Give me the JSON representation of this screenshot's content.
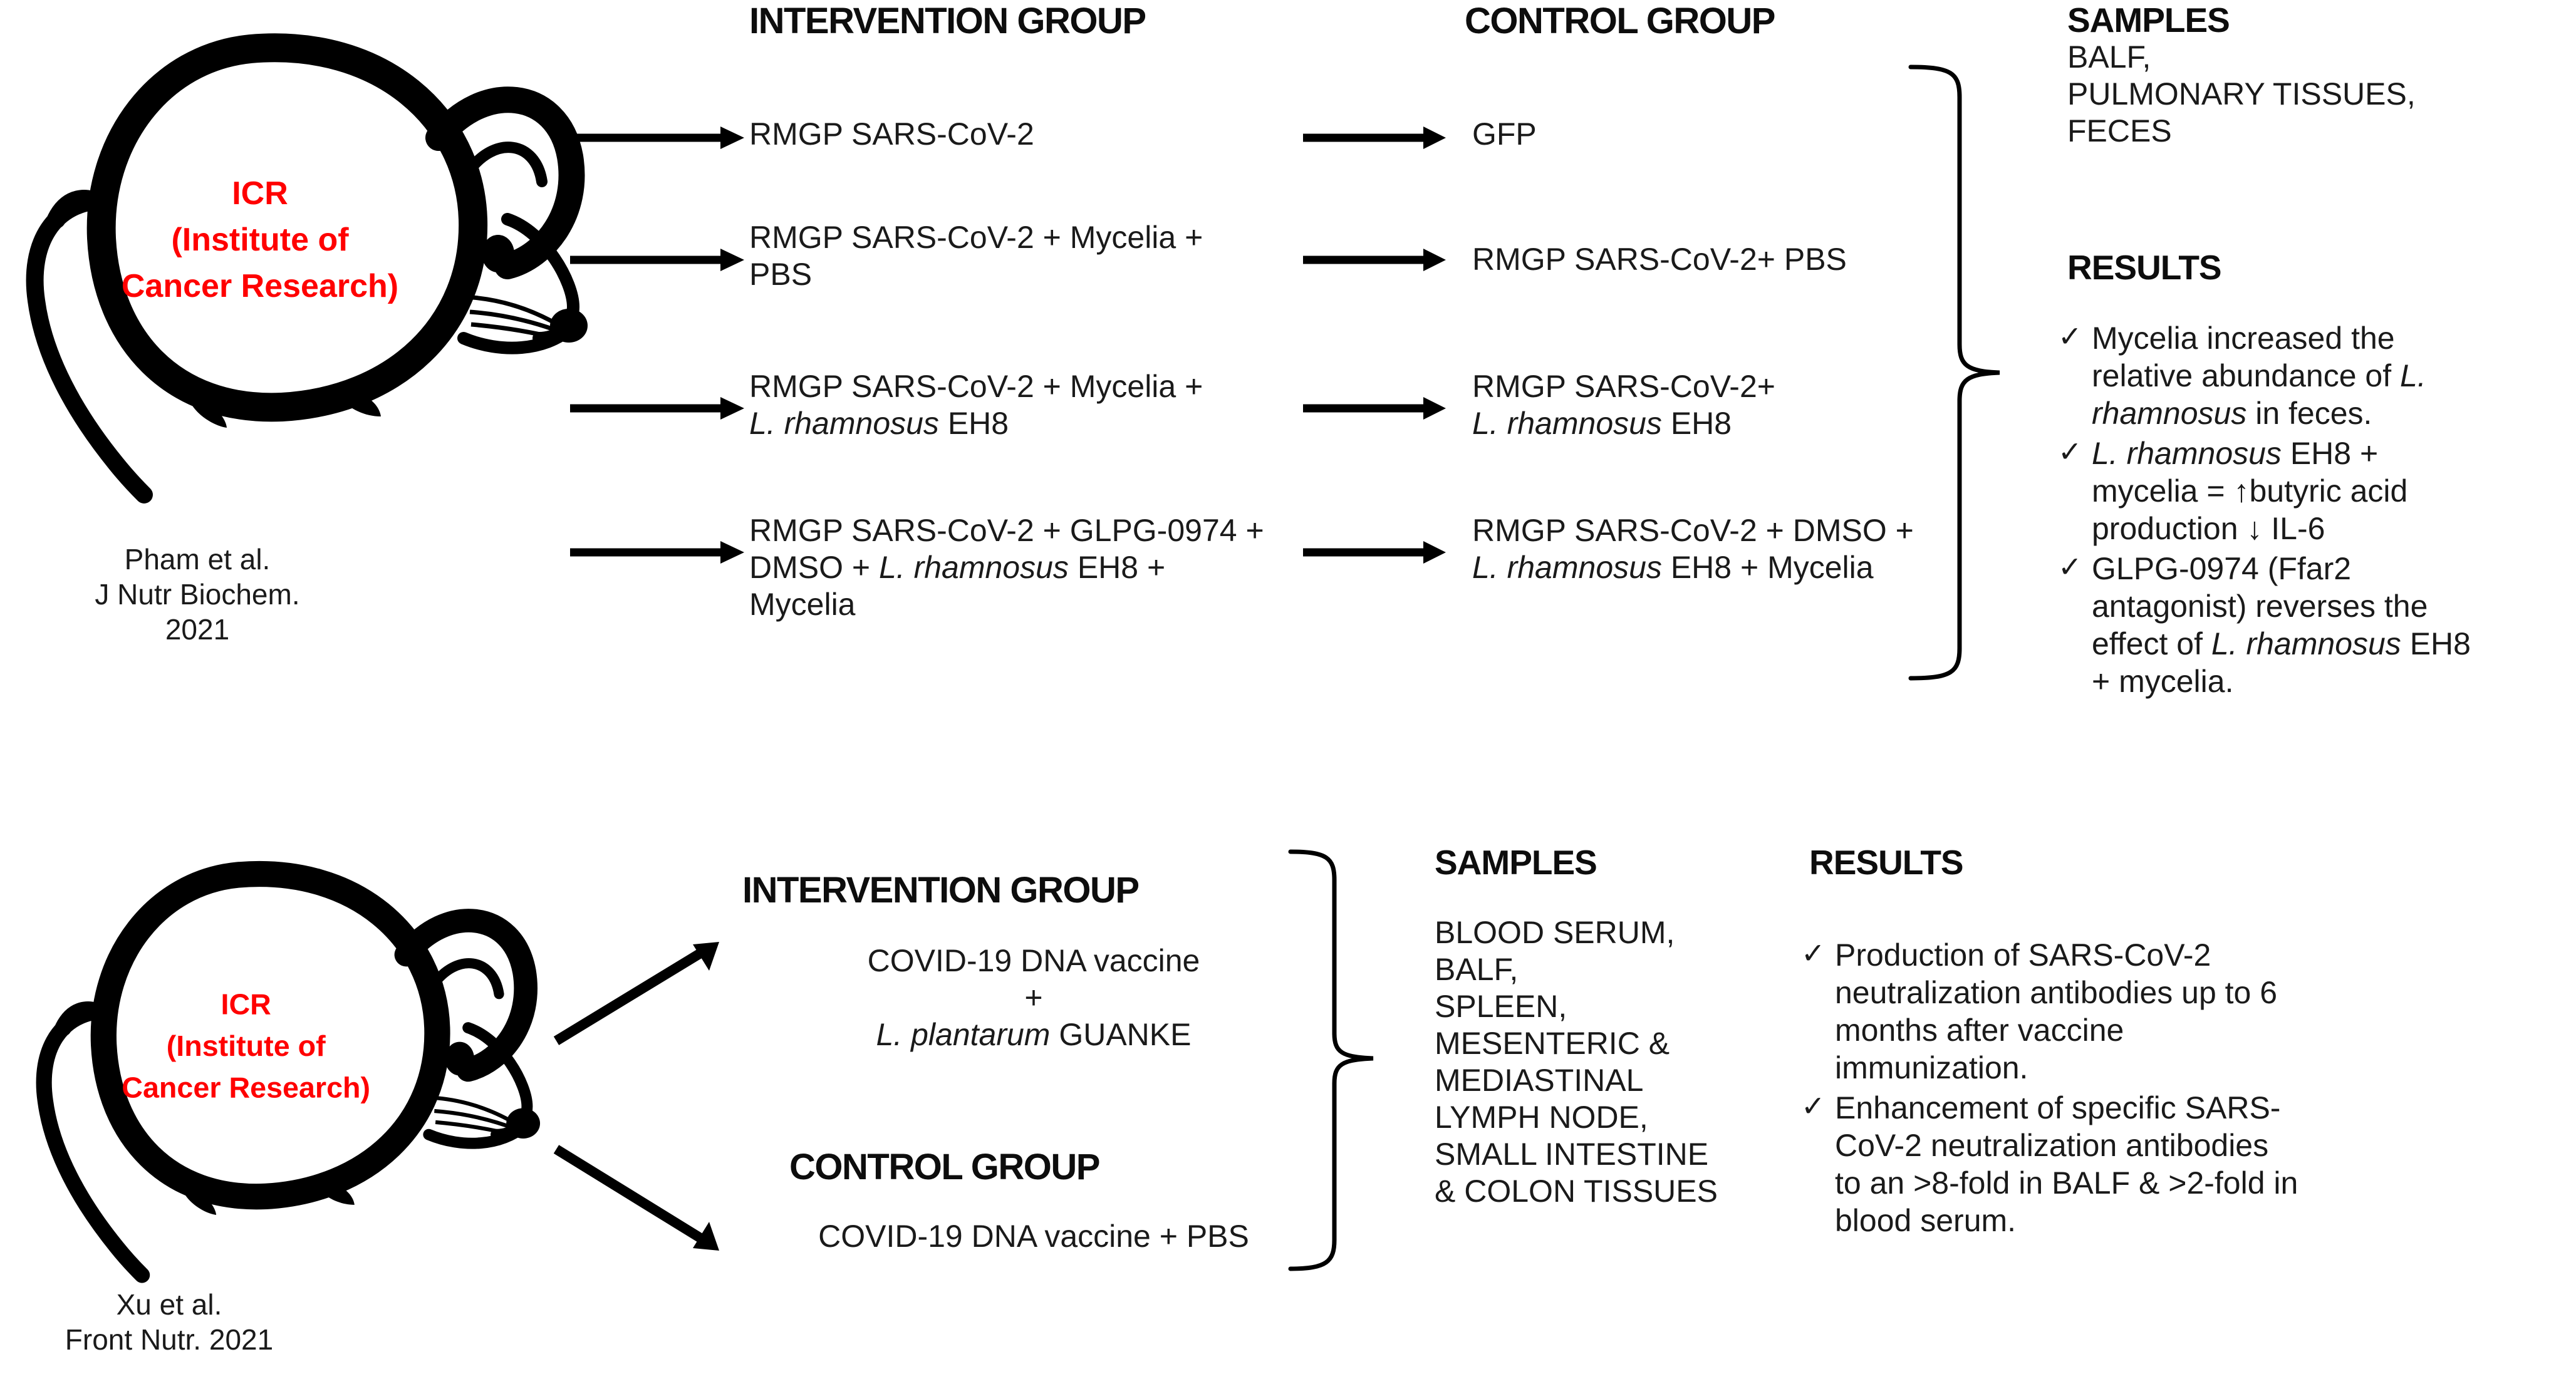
{
  "studies": [
    {
      "id": "pham-2021",
      "animal_label": {
        "line1": "ICR",
        "line2": "(Institute of",
        "line3": "Cancer Research)",
        "color": "#ff0000"
      },
      "citation": {
        "line1": "Pham et al.",
        "line2": "J Nutr Biochem.",
        "line3": "2021"
      },
      "intervention_header": "INTERVENTION GROUP",
      "control_header": "CONTROL GROUP",
      "intervention_items": [
        {
          "lines": [
            [
              {
                "t": "RMGP SARS-CoV-2",
                "i": false
              }
            ]
          ]
        },
        {
          "lines": [
            [
              {
                "t": "RMGP SARS-CoV-2 + Mycelia +",
                "i": false
              }
            ],
            [
              {
                "t": "PBS",
                "i": false
              }
            ]
          ]
        },
        {
          "lines": [
            [
              {
                "t": "RMGP SARS-CoV-2 + Mycelia +",
                "i": false
              }
            ],
            [
              {
                "t": "L. rhamnosus",
                "i": true
              },
              {
                "t": " EH8",
                "i": false
              }
            ]
          ]
        },
        {
          "lines": [
            [
              {
                "t": "RMGP SARS-CoV-2 + GLPG-0974 +",
                "i": false
              }
            ],
            [
              {
                "t": "DMSO + ",
                "i": false
              },
              {
                "t": "L. rhamnosus",
                "i": true
              },
              {
                "t": " EH8 +",
                "i": false
              }
            ],
            [
              {
                "t": "Mycelia",
                "i": false
              }
            ]
          ]
        }
      ],
      "control_items": [
        {
          "lines": [
            [
              {
                "t": "GFP",
                "i": false
              }
            ]
          ]
        },
        {
          "lines": [
            [
              {
                "t": "RMGP SARS-CoV-2+ PBS",
                "i": false
              }
            ]
          ]
        },
        {
          "lines": [
            [
              {
                "t": "RMGP SARS-CoV-2+",
                "i": false
              }
            ],
            [
              {
                "t": "L. rhamnosus",
                "i": true
              },
              {
                "t": " EH8",
                "i": false
              }
            ]
          ]
        },
        {
          "lines": [
            [
              {
                "t": "RMGP SARS-CoV-2 + DMSO +",
                "i": false
              }
            ],
            [
              {
                "t": "L. rhamnosus",
                "i": true
              },
              {
                "t": " EH8 + Mycelia",
                "i": false
              }
            ]
          ]
        }
      ],
      "samples_header": "SAMPLES",
      "samples_lines": [
        "BALF,",
        "PULMONARY TISSUES,",
        "FECES"
      ],
      "results_header": "RESULTS",
      "results": [
        {
          "check": "✓",
          "lines": [
            [
              {
                "t": "Mycelia increased the",
                "i": false
              }
            ],
            [
              {
                "t": "relative abundance of ",
                "i": false
              },
              {
                "t": "L.",
                "i": true
              }
            ],
            [
              {
                "t": "rhamnosus",
                "i": true
              },
              {
                "t": " in feces.",
                "i": false
              }
            ]
          ]
        },
        {
          "check": "✓",
          "lines": [
            [
              {
                "t": "L. rhamnosus",
                "i": true
              },
              {
                "t": " EH8 +",
                "i": false
              }
            ],
            [
              {
                "t": "mycelia = ↑butyric acid",
                "i": false
              }
            ],
            [
              {
                "t": "production ↓ IL-6",
                "i": false
              }
            ]
          ]
        },
        {
          "check": "✓",
          "lines": [
            [
              {
                "t": "GLPG-0974 (Ffar2",
                "i": false
              }
            ],
            [
              {
                "t": "antagonist) reverses the",
                "i": false
              }
            ],
            [
              {
                "t": "effect of ",
                "i": false
              },
              {
                "t": "L. rhamnosus",
                "i": true
              },
              {
                "t": " EH8",
                "i": false
              }
            ],
            [
              {
                "t": "+ mycelia.",
                "i": false
              }
            ]
          ]
        }
      ]
    },
    {
      "id": "xu-2021",
      "animal_label": {
        "line1": "ICR",
        "line2": "(Institute of",
        "line3": "Cancer Research)",
        "color": "#ff0000"
      },
      "citation": {
        "line1": "Xu et al.",
        "line2": "Front Nutr. 2021",
        "line3": ""
      },
      "intervention_header": "INTERVENTION GROUP",
      "control_header": "CONTROL GROUP",
      "intervention_lines": [
        [
          {
            "t": "COVID-19 DNA vaccine",
            "i": false
          }
        ],
        [
          {
            "t": "+",
            "i": false
          }
        ],
        [
          {
            "t": "L. plantarum",
            "i": true
          },
          {
            "t": " GUANKE",
            "i": false
          }
        ]
      ],
      "control_lines": [
        [
          {
            "t": "COVID-19 DNA vaccine + PBS",
            "i": false
          }
        ]
      ],
      "samples_header": "SAMPLES",
      "samples_lines": [
        "BLOOD SERUM,",
        "BALF,",
        "SPLEEN,",
        "MESENTERIC &",
        "MEDIASTINAL",
        "LYMPH NODE,",
        "SMALL INTESTINE",
        "& COLON TISSUES"
      ],
      "results_header": "RESULTS",
      "results": [
        {
          "check": "✓",
          "lines": [
            [
              {
                "t": "Production of SARS-CoV-2",
                "i": false
              }
            ],
            [
              {
                "t": "neutralization antibodies up to 6",
                "i": false
              }
            ],
            [
              {
                "t": "months after vaccine",
                "i": false
              }
            ],
            [
              {
                "t": "immunization.",
                "i": false
              }
            ]
          ]
        },
        {
          "check": "✓",
          "lines": [
            [
              {
                "t": "Enhancement of specific SARS-",
                "i": false
              }
            ],
            [
              {
                "t": "CoV-2 neutralization antibodies",
                "i": false
              }
            ],
            [
              {
                "t": "to an >8-fold in BALF & >2-fold in",
                "i": false
              }
            ],
            [
              {
                "t": "blood serum.",
                "i": false
              }
            ]
          ]
        }
      ]
    }
  ],
  "icons": {
    "arrow": "arrow-right",
    "check": "✓",
    "up_arrow": "↑",
    "down_arrow": "↓",
    "brace": "curly-brace"
  },
  "colors": {
    "accent_red": "#ff0000",
    "text": "#1a1a1a",
    "line": "#000000",
    "background": "#ffffff"
  }
}
